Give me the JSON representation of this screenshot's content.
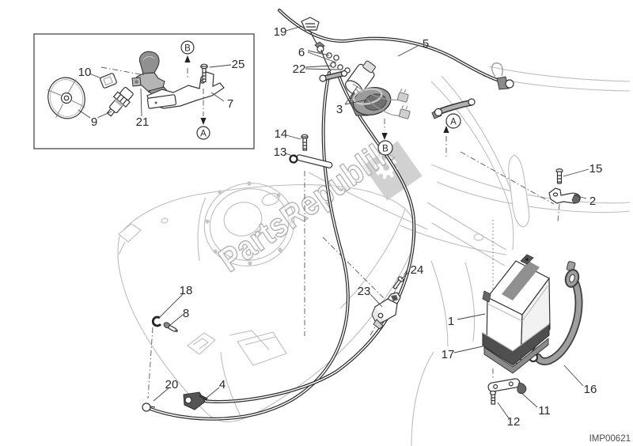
{
  "diagram": {
    "image_code": "IMP00621",
    "watermark": {
      "text": "PartsRepublik",
      "logo_icon": "gear-icon",
      "diamond_color": "#c9c9c9",
      "letter_outline_color": "#9c9c9c"
    },
    "markers": {
      "a": "A",
      "b": "B"
    },
    "callouts": {
      "c1": "1",
      "c2": "2",
      "c3": "3",
      "c4": "4",
      "c5": "5",
      "c6": "6",
      "c7": "7",
      "c8": "8",
      "c9": "9",
      "c10": "10",
      "c11": "11",
      "c12": "12",
      "c13": "13",
      "c14": "14",
      "c15": "15",
      "c16": "16",
      "c17": "17",
      "c18": "18",
      "c19": "19",
      "c20": "20",
      "c21": "21",
      "c22": "22",
      "c23": "23",
      "c24": "24",
      "c25": "25"
    },
    "colors": {
      "line": "#333333",
      "background_art": "#bdbdbd",
      "part_gray": "#b3b3b3",
      "dark_gray": "#4f4f4f",
      "paper": "#ffffff",
      "code_text": "#4a4a4a"
    }
  }
}
